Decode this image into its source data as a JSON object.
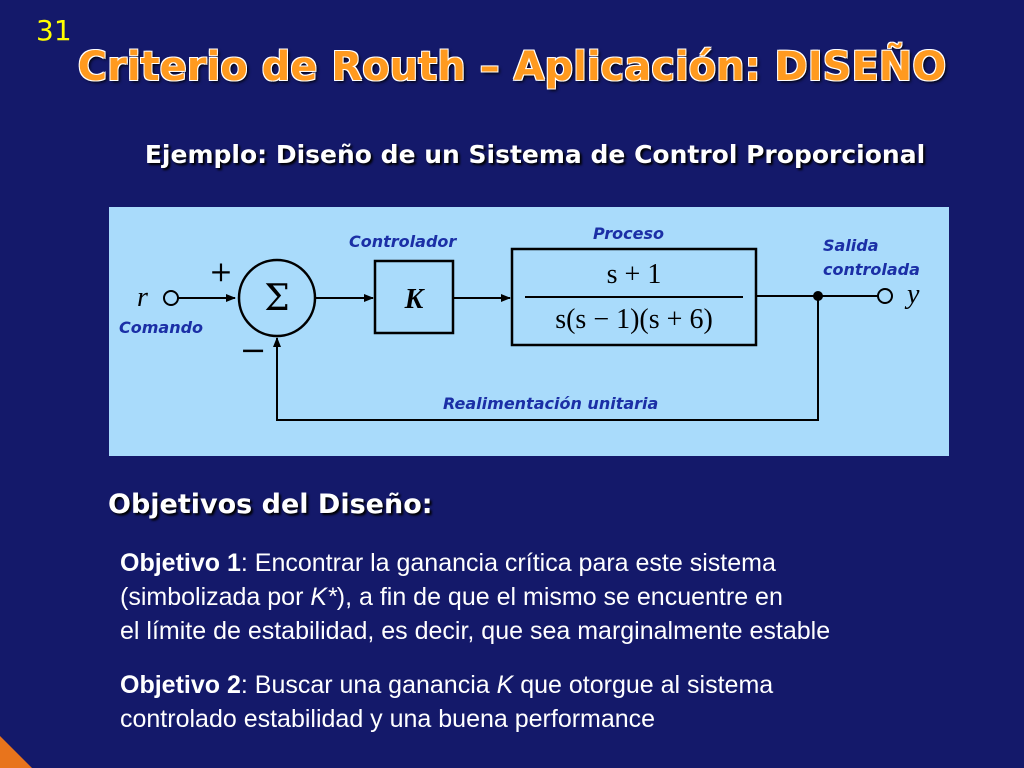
{
  "slide": {
    "number": "31",
    "title": "Criterio de Routh – Aplicación: DISEÑO",
    "subtitle": "Ejemplo: Diseño de un Sistema de Control Proporcional"
  },
  "diagram": {
    "labels": {
      "controlador": "Controlador",
      "proceso": "Proceso",
      "salida_line1": "Salida",
      "salida_line2": "controlada",
      "comando": "Comando",
      "realimentacion": "Realimentación unitaria",
      "input_symbol": "r",
      "output_symbol": "y",
      "plus": "+",
      "minus": "−",
      "sum_symbol": "Σ",
      "gain": "K",
      "tf_numerator": "s + 1",
      "tf_denominator": "s(s − 1)(s + 6)"
    },
    "colors": {
      "label_blue": "#1b2fa6",
      "line_black": "#000000",
      "box_background": "#a9dbfb"
    }
  },
  "objectives": {
    "heading": "Objetivos del Diseño:",
    "obj1": {
      "label": "Objetivo 1",
      "line1_text": ": Encontrar la ganancia crítica para este sistema",
      "line2_pre": "(simbolizada por ",
      "line2_symbol": "K*",
      "line2_post": "), a fin de que el mismo se encuentre en",
      "line3": "el límite de estabilidad, es decir, que sea marginalmente estable"
    },
    "obj2": {
      "label": "Objetivo 2",
      "line1_pre": ": Buscar una ganancia ",
      "line1_symbol": "K",
      "line1_post": " que otorgue al sistema",
      "line2": "controlado estabilidad y una buena performance"
    }
  }
}
